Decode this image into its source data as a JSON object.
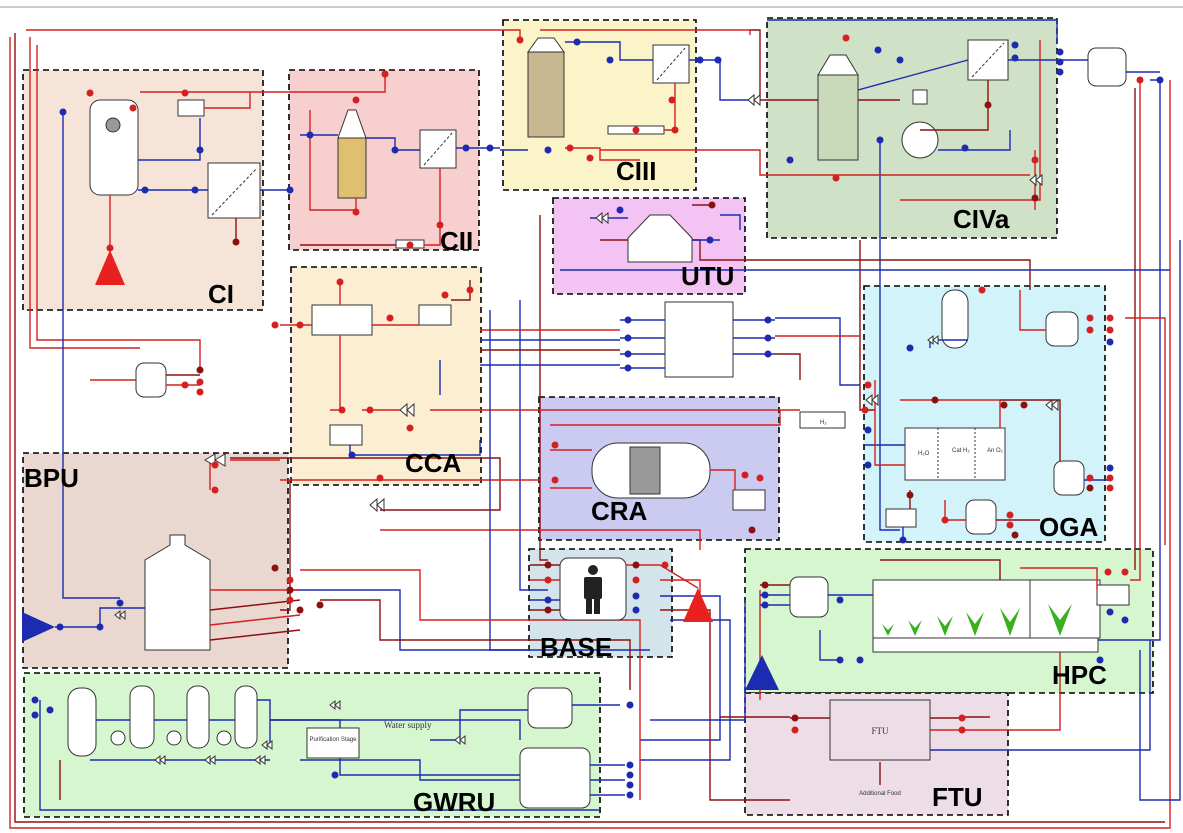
{
  "compartments": {
    "ci": {
      "label": "CI",
      "color": "#f6e4d8"
    },
    "cii": {
      "label": "CII",
      "color": "#f8cfcf"
    },
    "ciii": {
      "label": "CIII",
      "color": "#fbf4c8"
    },
    "civa": {
      "label": "CIVa",
      "color": "#cfe1c6"
    },
    "utu": {
      "label": "UTU",
      "color": "#f3c4f3"
    },
    "cca": {
      "label": "CCA",
      "color": "#fbeed2"
    },
    "cra": {
      "label": "CRA",
      "color": "#cbcbf1"
    },
    "oga": {
      "label": "OGA",
      "color": "#d3f3fb"
    },
    "bpu": {
      "label": "BPU",
      "color": "#ead7cf"
    },
    "base": {
      "label": "BASE",
      "color": "#d3e4ea"
    },
    "hpc": {
      "label": "HPC",
      "color": "#d6f6d0"
    },
    "gwru": {
      "label": "GWRU",
      "color": "#d6f6d0"
    },
    "ftu": {
      "label": "FTU",
      "color": "#ecdde6"
    }
  },
  "equipment_text": {
    "purification_stage": "Purification Stage",
    "water_supply": "Water supply",
    "ftu_unit": "FTU",
    "additional_food": "Additional Food",
    "oga_h2o": "H₂O",
    "oga_cat": "Cat H₂",
    "oga_an": "An O₂",
    "h2_tag": "H₂"
  },
  "colors": {
    "gas_line": "#d42020",
    "liquid_line": "#1c2bb0",
    "waste_line": "#8c1010",
    "input_triangle_red": "#e82020",
    "input_triangle_blue": "#1c2bb0"
  }
}
